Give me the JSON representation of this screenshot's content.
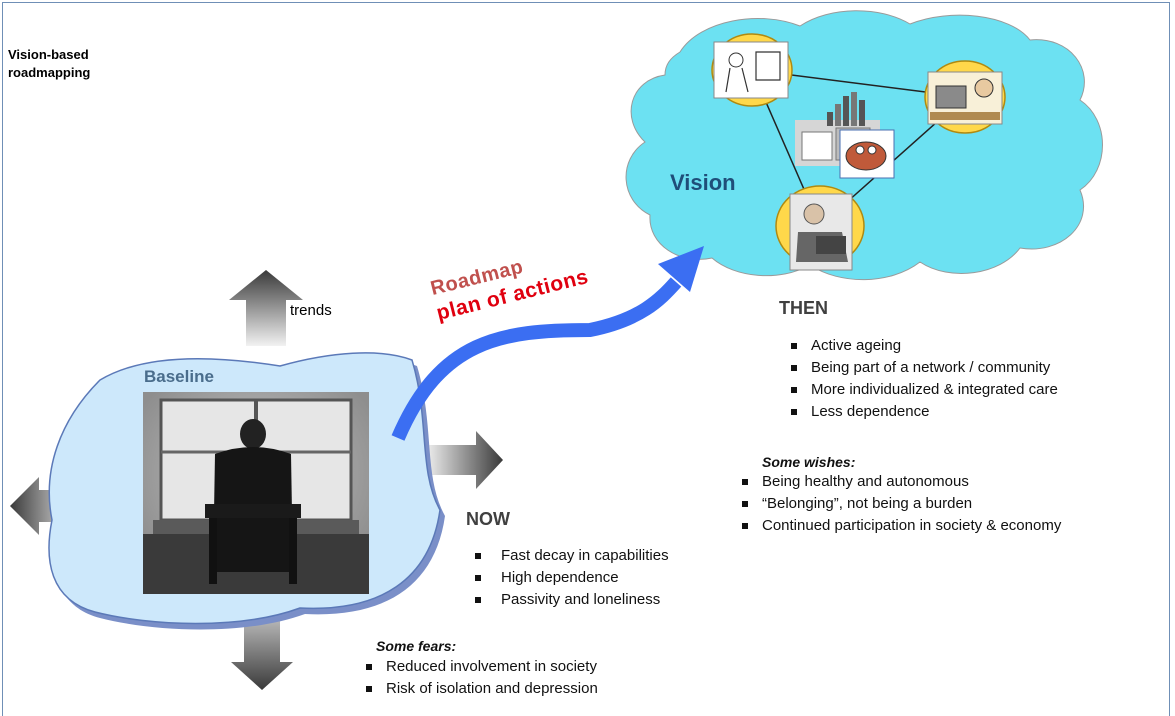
{
  "title": "Vision-based\nroadmapping",
  "baseline": {
    "label": "Baseline",
    "trends_label": "trends"
  },
  "roadmap": {
    "line1": "Roadmap",
    "line2": "plan of actions",
    "colors": {
      "line1": "#c0504d",
      "line2": "#e0000f",
      "arrow": "#3b6ef2"
    }
  },
  "vision": {
    "label": "Vision",
    "cloud_color": "#6ce1f2",
    "node_color": "#ffd84a"
  },
  "now": {
    "heading": "NOW",
    "items": [
      "Fast decay in capabilities",
      "High dependence",
      "Passivity and loneliness"
    ],
    "fears_heading": "Some fears:",
    "fears": [
      "Reduced involvement in society",
      "Risk of isolation and depression"
    ]
  },
  "then": {
    "heading": "THEN",
    "items": [
      "Active ageing",
      "Being part of a network / community",
      "More individualized & integrated care",
      "Less dependence"
    ],
    "wishes_heading": "Some wishes:",
    "wishes": [
      "Being healthy and autonomous",
      "“Belonging”, not being a burden",
      "Continued participation in society & economy"
    ]
  }
}
